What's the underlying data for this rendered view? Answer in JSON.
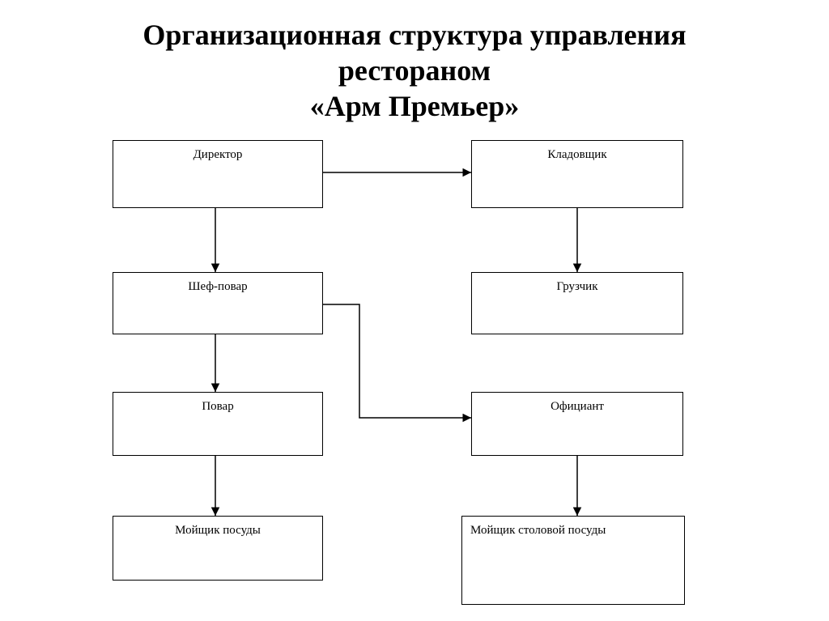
{
  "title": {
    "line1": "Организационная структура управления",
    "line2": "рестораном",
    "line3": "«Арм Премьер»"
  },
  "nodes": {
    "director": "Директор",
    "storekeeper": "Кладовщик",
    "chef": "Шеф-повар",
    "loader": "Грузчик",
    "cook": "Повар",
    "waiter": "Официант",
    "dishwasher": "Мойщик посуды",
    "tableware_washer": "Мойщик столовой посуды"
  },
  "edges": [
    {
      "from": "director",
      "to": "storekeeper"
    },
    {
      "from": "director",
      "to": "chef"
    },
    {
      "from": "storekeeper",
      "to": "loader"
    },
    {
      "from": "chef",
      "to": "cook"
    },
    {
      "from": "chef",
      "to": "waiter"
    },
    {
      "from": "cook",
      "to": "dishwasher"
    },
    {
      "from": "waiter",
      "to": "tableware_washer"
    }
  ],
  "colors": {
    "line": "#000000",
    "background": "#ffffff"
  }
}
